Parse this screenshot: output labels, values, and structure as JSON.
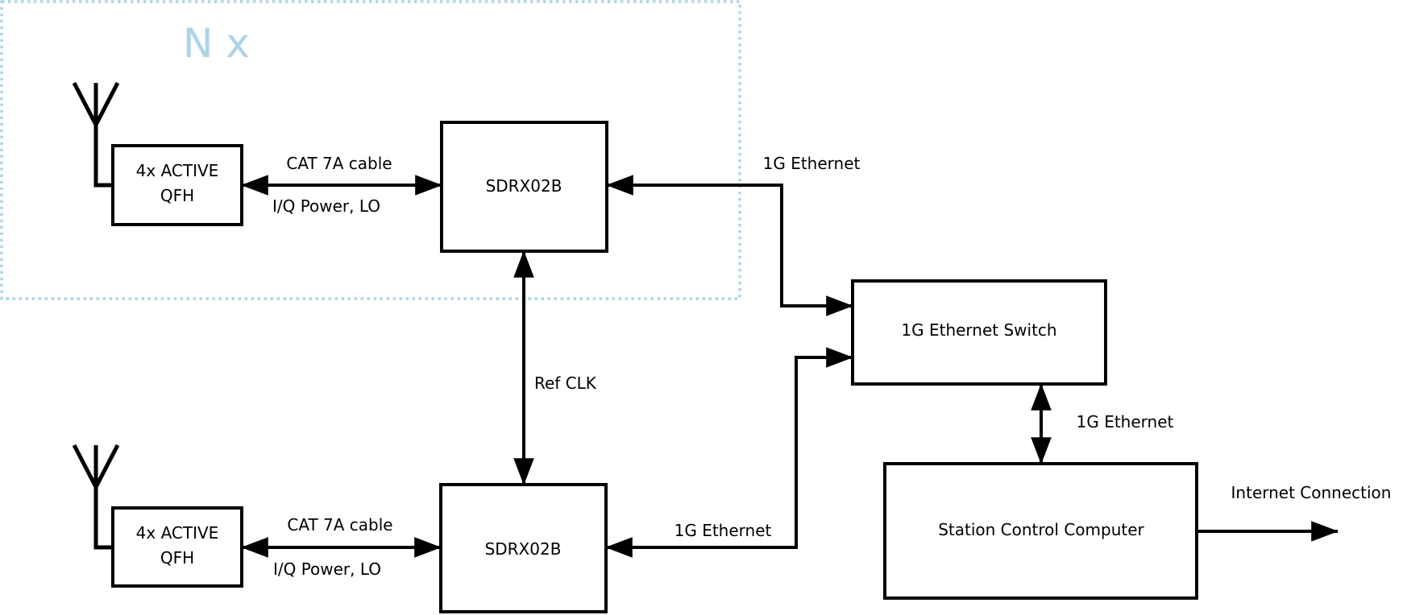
{
  "colors": {
    "accent_blue": "#aad5e6",
    "line_black": "#000000",
    "box_fill": "#ffffff"
  },
  "group": {
    "multiplier_label": "N x"
  },
  "nodes": {
    "qfh_top": {
      "line1": "4x ACTIVE",
      "line2": "QFH"
    },
    "sdrx_top": {
      "label": "SDRX02B"
    },
    "qfh_bottom": {
      "line1": "4x ACTIVE",
      "line2": "QFH"
    },
    "sdrx_bottom": {
      "label": "SDRX02B"
    },
    "ethernet_switch": {
      "label": "1G Ethernet Switch"
    },
    "station_computer": {
      "label": "Station Control Computer"
    }
  },
  "edges": {
    "cat7a_top": {
      "label_above": "CAT 7A cable",
      "label_below": "I/Q Power, LO"
    },
    "cat7a_bottom": {
      "label_above": "CAT 7A cable",
      "label_below": "I/Q Power, LO"
    },
    "ref_clk": {
      "label": "Ref CLK"
    },
    "ethernet_top": {
      "label": "1G Ethernet"
    },
    "ethernet_bottom": {
      "label": "1G Ethernet"
    },
    "ethernet_switch_computer": {
      "label": "1G Ethernet"
    },
    "internet": {
      "label": "Internet Connection"
    }
  }
}
